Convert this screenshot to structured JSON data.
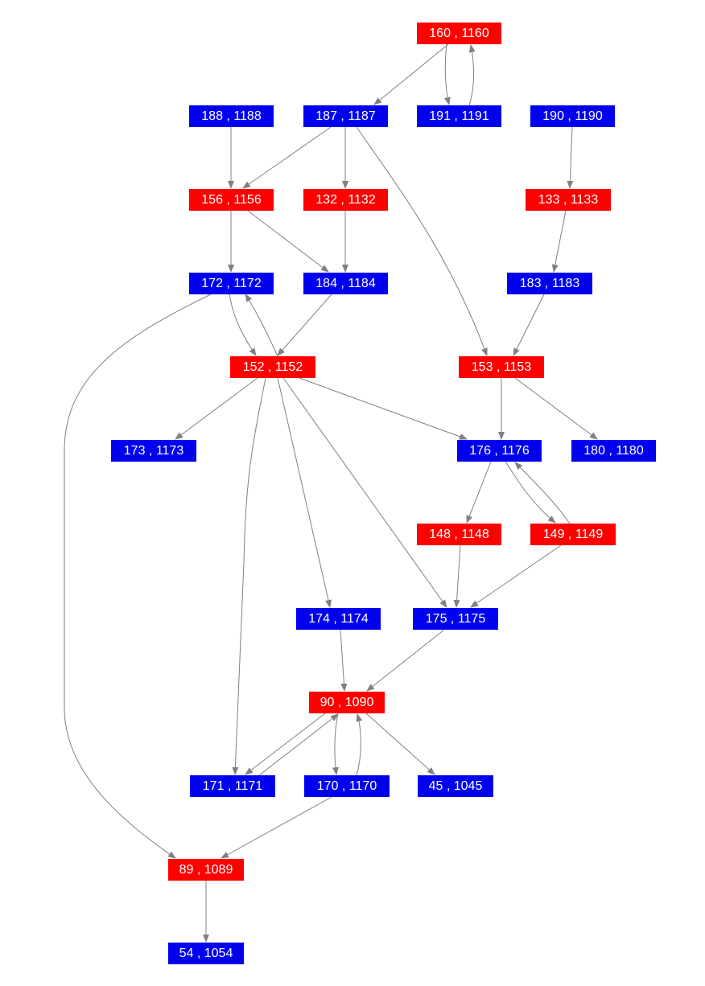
{
  "colors": {
    "red": "#ff0000",
    "blue": "#0000ee",
    "edge": "#808080"
  },
  "nodes": [
    {
      "id": "160",
      "label": "160 , 1160",
      "kind": "red"
    },
    {
      "id": "188",
      "label": "188 , 1188",
      "kind": "blue"
    },
    {
      "id": "187",
      "label": "187 , 1187",
      "kind": "blue"
    },
    {
      "id": "191",
      "label": "191 , 1191",
      "kind": "blue"
    },
    {
      "id": "190",
      "label": "190 , 1190",
      "kind": "blue"
    },
    {
      "id": "156",
      "label": "156 , 1156",
      "kind": "red"
    },
    {
      "id": "132",
      "label": "132 , 1132",
      "kind": "red"
    },
    {
      "id": "133",
      "label": "133 , 1133",
      "kind": "red"
    },
    {
      "id": "172",
      "label": "172 , 1172",
      "kind": "blue"
    },
    {
      "id": "184",
      "label": "184 , 1184",
      "kind": "blue"
    },
    {
      "id": "183",
      "label": "183 , 1183",
      "kind": "blue"
    },
    {
      "id": "152",
      "label": "152 , 1152",
      "kind": "red"
    },
    {
      "id": "153",
      "label": "153 , 1153",
      "kind": "red"
    },
    {
      "id": "173",
      "label": "173 , 1173",
      "kind": "blue"
    },
    {
      "id": "176",
      "label": "176 , 1176",
      "kind": "blue"
    },
    {
      "id": "180",
      "label": "180 , 1180",
      "kind": "blue"
    },
    {
      "id": "148",
      "label": "148 , 1148",
      "kind": "red"
    },
    {
      "id": "149",
      "label": "149 , 1149",
      "kind": "red"
    },
    {
      "id": "174",
      "label": "174 , 1174",
      "kind": "blue"
    },
    {
      "id": "175",
      "label": "175 , 1175",
      "kind": "blue"
    },
    {
      "id": "90",
      "label": "90 , 1090",
      "kind": "red"
    },
    {
      "id": "171",
      "label": "171 , 1171",
      "kind": "blue"
    },
    {
      "id": "170",
      "label": "170 , 1170",
      "kind": "blue"
    },
    {
      "id": "45",
      "label": "45 , 1045",
      "kind": "blue"
    },
    {
      "id": "89",
      "label": "89 , 1089",
      "kind": "red"
    },
    {
      "id": "54",
      "label": "54 , 1054",
      "kind": "blue"
    }
  ],
  "edges": [
    [
      "160",
      "187"
    ],
    [
      "160",
      "191"
    ],
    [
      "191",
      "160"
    ],
    [
      "188",
      "156"
    ],
    [
      "187",
      "156"
    ],
    [
      "187",
      "132"
    ],
    [
      "187",
      "153"
    ],
    [
      "190",
      "133"
    ],
    [
      "133",
      "183"
    ],
    [
      "156",
      "172"
    ],
    [
      "156",
      "184"
    ],
    [
      "132",
      "184"
    ],
    [
      "172",
      "152"
    ],
    [
      "152",
      "172"
    ],
    [
      "184",
      "152"
    ],
    [
      "172",
      "89"
    ],
    [
      "183",
      "153"
    ],
    [
      "153",
      "176"
    ],
    [
      "153",
      "180"
    ],
    [
      "152",
      "173"
    ],
    [
      "152",
      "176"
    ],
    [
      "152",
      "174"
    ],
    [
      "152",
      "175"
    ],
    [
      "152",
      "171"
    ],
    [
      "176",
      "148"
    ],
    [
      "176",
      "149"
    ],
    [
      "149",
      "176"
    ],
    [
      "148",
      "175"
    ],
    [
      "149",
      "175"
    ],
    [
      "174",
      "90"
    ],
    [
      "175",
      "90"
    ],
    [
      "90",
      "171"
    ],
    [
      "171",
      "90"
    ],
    [
      "90",
      "170"
    ],
    [
      "170",
      "90"
    ],
    [
      "90",
      "45"
    ],
    [
      "170",
      "89"
    ],
    [
      "89",
      "54"
    ]
  ]
}
